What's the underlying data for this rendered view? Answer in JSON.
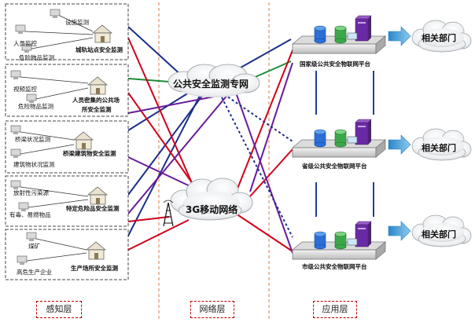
{
  "sensing_groups": [
    {
      "id": "g1",
      "items": [
        "设施监测",
        "人员监控",
        "危险物品监测"
      ],
      "site": "城轨站点安全监测"
    },
    {
      "id": "g2",
      "items": [
        "视频监控",
        "危险物品监测"
      ],
      "site_line1": "人员密集的公共场",
      "site_line2": "所安全监测"
    },
    {
      "id": "g3",
      "items": [
        "桥梁状况监测",
        "建筑物状况监测"
      ],
      "site": "桥梁建筑物安全监测"
    },
    {
      "id": "g4",
      "items": [
        "放射性污染源",
        "有毒、易燃物品"
      ],
      "site": "特定危险品安全监测"
    },
    {
      "id": "g5",
      "items": [
        "煤矿",
        "高危生产企业"
      ],
      "site": "生产场所安全监测"
    }
  ],
  "networks": {
    "private": "公共安全监测专网",
    "mobile": "3G移动网络"
  },
  "platforms": [
    "国家级公共安全物联网平台",
    "省级公共安全物联网平台",
    "市级公共安全物联网平台"
  ],
  "department": "相关部门",
  "layers": {
    "sensing": "感知层",
    "network": "网络层",
    "application": "应用层"
  },
  "colors": {
    "navy": "#1b2f8a",
    "red": "#d0021b",
    "purple": "#6a1b9a",
    "green": "#1e8c3a",
    "blue_dark": "#1f3f9e",
    "arrow": "#4aa3df",
    "divider": "#e07a4a"
  }
}
